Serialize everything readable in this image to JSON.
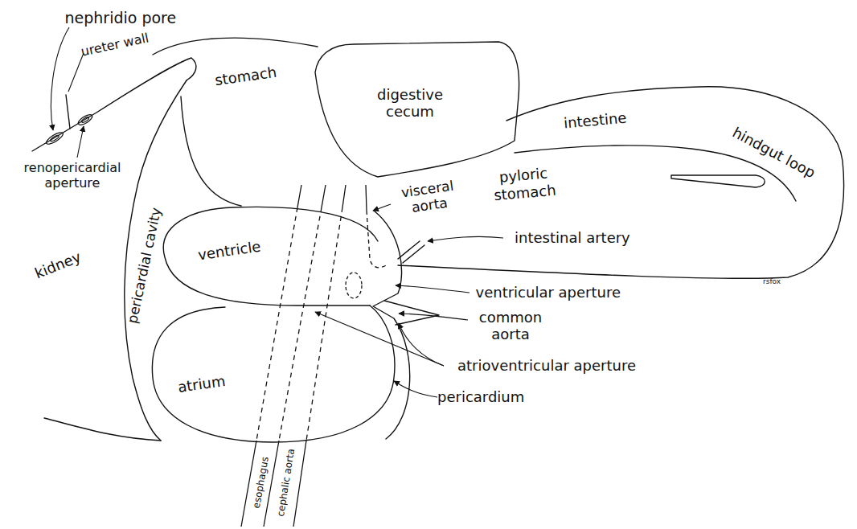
{
  "diagram": {
    "labels": [
      "nephridio pore",
      "ureter wall",
      "stomach",
      "digestive cecum",
      "intestine",
      "hindgut loop",
      "renopericardial aperture",
      "visceral aorta",
      "pyloric stomach",
      "kidney",
      "pericardial cavity",
      "ventricle",
      "intestinal artery",
      "ventricular aperture",
      "common aorta",
      "atrioventricular aperture",
      "atrium",
      "pericardium",
      "esophagus",
      "cephalic aorta",
      "rsfox"
    ]
  }
}
